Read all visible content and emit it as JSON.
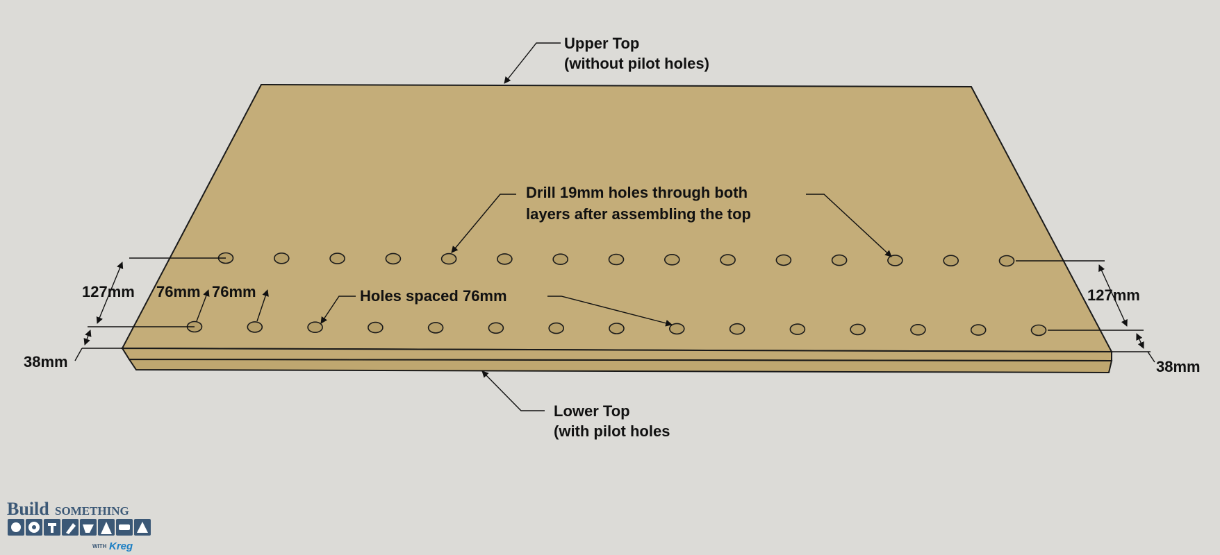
{
  "colors": {
    "background": "#dcdbd7",
    "board_top": "#c4ad79",
    "board_front": "#c2aa74",
    "edge": "#1a1a1a",
    "hole": "#b7a06a",
    "brand": "#3b5876",
    "kreg_accent": "#1c7fc4"
  },
  "labels": {
    "upper_top": [
      "Upper Top",
      "(without pilot holes)"
    ],
    "lower_top": [
      "Lower Top",
      "(with pilot holes"
    ],
    "drill_note": [
      "Drill 19mm holes through both",
      "layers after assembling the top"
    ],
    "hole_spacing": "Holes spaced 76mm",
    "left_127": "127mm",
    "left_38": "38mm",
    "right_127": "127mm",
    "right_38": "38mm",
    "spacing_a": "76mm",
    "spacing_b": "76mm"
  },
  "layout_data": {
    "back_row_hole_count": 15,
    "front_row_hole_count": 15,
    "hole_spacing_mm": 76,
    "back_row_offset_mm": 127,
    "front_row_offset_mm": 38
  },
  "logo": {
    "word_build": "Build",
    "word_something": "SOMETHING",
    "with": "WITH",
    "brand": "Kreg"
  }
}
